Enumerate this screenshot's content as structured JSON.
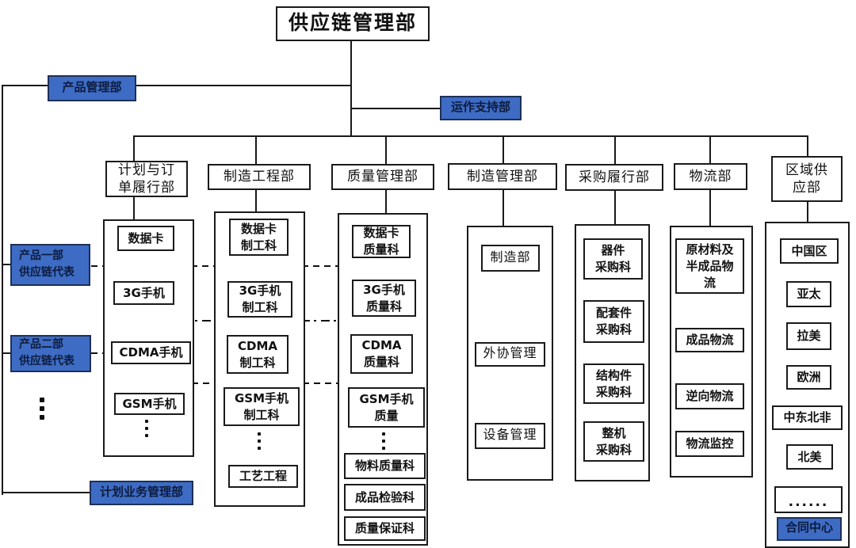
{
  "root": {
    "title": "供应链管理部"
  },
  "side_nodes": {
    "product_mgmt": "产品管理部",
    "operations_support": "运作支持部",
    "rep1": "产品一部\n供应链代表",
    "rep2": "产品二部\n供应链代表",
    "planning_biz": "计划业务管理部",
    "contract_center": "合同中心",
    "more_dots": "......"
  },
  "colors": {
    "node_blue_fill": "#3E6CC4",
    "node_blue_border": "#1E3056",
    "node_blue_text": "#0D1B3D",
    "line_black": "#1A1A1A"
  },
  "columns": [
    {
      "header": "计划与订\n单履行部",
      "items": [
        "数据卡",
        "3G手机",
        "CDMA手机",
        "GSM手机"
      ]
    },
    {
      "header": "制造工程部",
      "items": [
        "数据卡\n制工科",
        "3G手机\n制工科",
        "CDMA\n制工科",
        "GSM手机\n制工科",
        "工艺工程"
      ]
    },
    {
      "header": "质量管理部",
      "items": [
        "数据卡\n质量科",
        "3G手机\n质量科",
        "CDMA\n质量科",
        "GSM手机\n质量",
        "物料质量科",
        "成品检验科",
        "质量保证科"
      ]
    },
    {
      "header": "制造管理部",
      "items": [
        "制造部",
        "外协管理",
        "设备管理"
      ]
    },
    {
      "header": "采购履行部",
      "items": [
        "器件\n采购科",
        "配套件\n采购科",
        "结构件\n采购科",
        "整机\n采购科"
      ]
    },
    {
      "header": "物流部",
      "items": [
        "原材料及\n半成品物\n流",
        "成品物流",
        "逆向物流",
        "物流监控"
      ]
    },
    {
      "header": "区域供\n应部",
      "items": [
        "中国区",
        "亚太",
        "拉美",
        "欧洲",
        "中东北非",
        "北美"
      ]
    }
  ]
}
